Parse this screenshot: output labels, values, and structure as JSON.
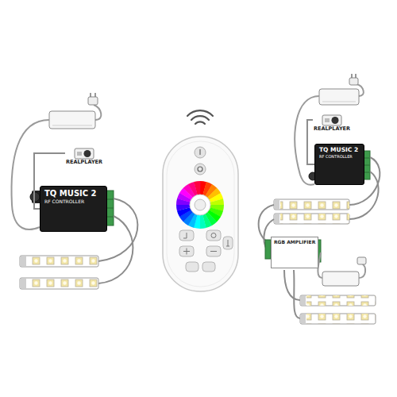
{
  "diagram": {
    "nodes": [
      {
        "text": [
          "REALPLAYER"
        ]
      },
      {
        "text": [
          "TQ MUSIC 2",
          "RF CONTROLLER"
        ]
      },
      {
        "text": [
          "REALPLAYER"
        ]
      },
      {
        "text": [
          "TQ MUSIC 2",
          "RF CONTROLLER"
        ]
      },
      {
        "text": [
          "RGB AMPLIFIER"
        ]
      }
    ],
    "edges": [
      {
        "from": 0,
        "to": 1,
        "arrow": "none"
      },
      {
        "from": 2,
        "to": 3,
        "arrow": "none"
      }
    ]
  }
}
